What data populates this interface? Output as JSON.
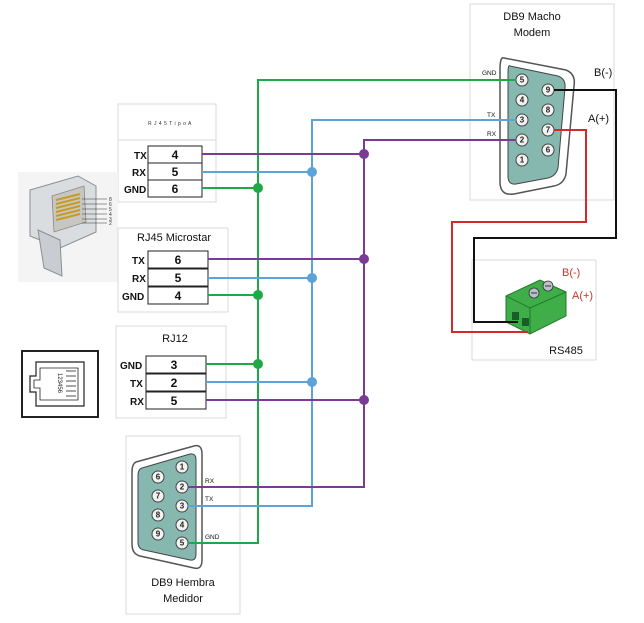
{
  "colors": {
    "green": "#1fa846",
    "blue": "#5ba3d9",
    "purple": "#7a3b94",
    "red": "#d62828",
    "black": "#111111",
    "connector_fill": "#86b8b0"
  },
  "db9_macho": {
    "title_line1": "DB9 Macho",
    "title_line2": "Modem",
    "pin_gnd": "GND",
    "pin_tx": "TX",
    "pin_rx": "RX",
    "b_minus": "B(-)",
    "a_plus": "A(+)",
    "pins": [
      "5",
      "4",
      "3",
      "2",
      "1",
      "9",
      "8",
      "7",
      "6"
    ]
  },
  "block1": {
    "header": "R J 4 5  T i p o  A",
    "rows": [
      {
        "label": "TX",
        "value": "4"
      },
      {
        "label": "RX",
        "value": "5"
      },
      {
        "label": "GND",
        "value": "6"
      }
    ]
  },
  "rj45_icon": {
    "pins": [
      "8",
      "6",
      "5",
      "4",
      "3",
      "2"
    ]
  },
  "block2": {
    "title": "RJ45 Microstar",
    "rows": [
      {
        "label": "TX",
        "value": "6"
      },
      {
        "label": "RX",
        "value": "5"
      },
      {
        "label": "GND",
        "value": "4"
      }
    ]
  },
  "block3": {
    "title": "RJ12",
    "rows": [
      {
        "label": "GND",
        "value": "3"
      },
      {
        "label": "TX",
        "value": "2"
      },
      {
        "label": "RX",
        "value": "5"
      }
    ],
    "icon_text": "123456"
  },
  "rs485": {
    "b_minus": "B(-)",
    "a_plus": "A(+)",
    "title": "RS485"
  },
  "db9_hembra": {
    "title_line1": "DB9 Hembra",
    "title_line2": "Medidor",
    "pin_rx": "RX",
    "pin_tx": "TX",
    "pin_gnd": "GND",
    "pins": [
      "1",
      "2",
      "3",
      "4",
      "5",
      "6",
      "7",
      "8",
      "9"
    ]
  }
}
